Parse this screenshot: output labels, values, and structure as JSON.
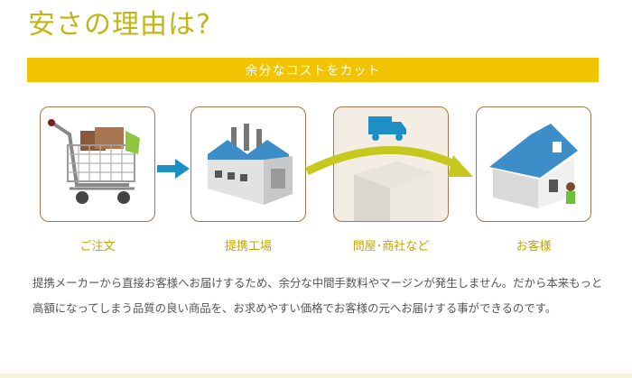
{
  "title": "安さの理由は?",
  "banner": "余分なコストをカット",
  "steps": [
    {
      "label": "ご注文",
      "icon": "shopping-cart-icon"
    },
    {
      "label": "提携工場",
      "icon": "factory-icon"
    },
    {
      "label": "問屋･商社など",
      "icon": "wholesaler-truck-icon"
    },
    {
      "label": "お客様",
      "icon": "customer-house-icon"
    }
  ],
  "description": "提携メーカーから直接お客様へお届けするため、余分な中間手数料やマージンが発生しません。だから本来もっと高額になってしまう品質の良い商品を、お求めやすい価格でお客様の元へお届けする事ができるのです。",
  "colors": {
    "title": "#c2b617",
    "banner": "#f2c300",
    "label": "#c2a600",
    "card_border": "#a5774a",
    "arrow_blue": "#1e8fc4",
    "arc_green": "#c6c81d"
  }
}
